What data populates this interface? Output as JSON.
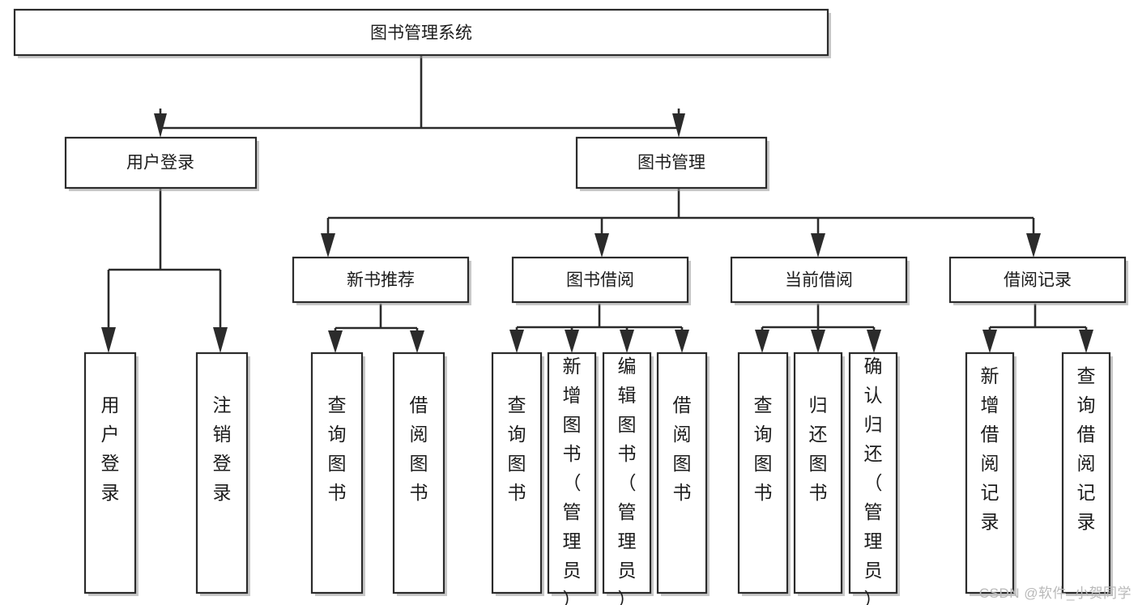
{
  "diagram": {
    "title": "图书管理系统",
    "type": "tree-hierarchy",
    "watermark": "CSDN @软件_小贺同学",
    "colors": {
      "box_fill": "#ffffff",
      "box_stroke": "#2b2b2b",
      "connector": "#2b2b2b",
      "text": "#1c1c1c",
      "watermark": "#b9b9b9",
      "background": "#ffffff"
    },
    "root": {
      "label": "图书管理系统"
    },
    "level2": [
      {
        "label": "用户登录"
      },
      {
        "label": "图书管理"
      }
    ],
    "level3": [
      {
        "label": "新书推荐"
      },
      {
        "label": "图书借阅"
      },
      {
        "label": "当前借阅"
      },
      {
        "label": "借阅记录"
      }
    ],
    "leaves": {
      "user_login": [
        {
          "label": "用户登录"
        },
        {
          "label": "注销登录"
        }
      ],
      "new_book_recommend": [
        {
          "label": "查询图书"
        },
        {
          "label": "借阅图书"
        }
      ],
      "book_borrow": [
        {
          "label": "查询图书"
        },
        {
          "label": "新增图书（管理员）"
        },
        {
          "label": "编辑图书（管理员）"
        },
        {
          "label": "借阅图书"
        }
      ],
      "current_borrow": [
        {
          "label": "查询图书"
        },
        {
          "label": "归还图书"
        },
        {
          "label": "确认归还（管理员）"
        }
      ],
      "borrow_record": [
        {
          "label": "新增借阅记录"
        },
        {
          "label": "查询借阅记录"
        }
      ]
    }
  }
}
